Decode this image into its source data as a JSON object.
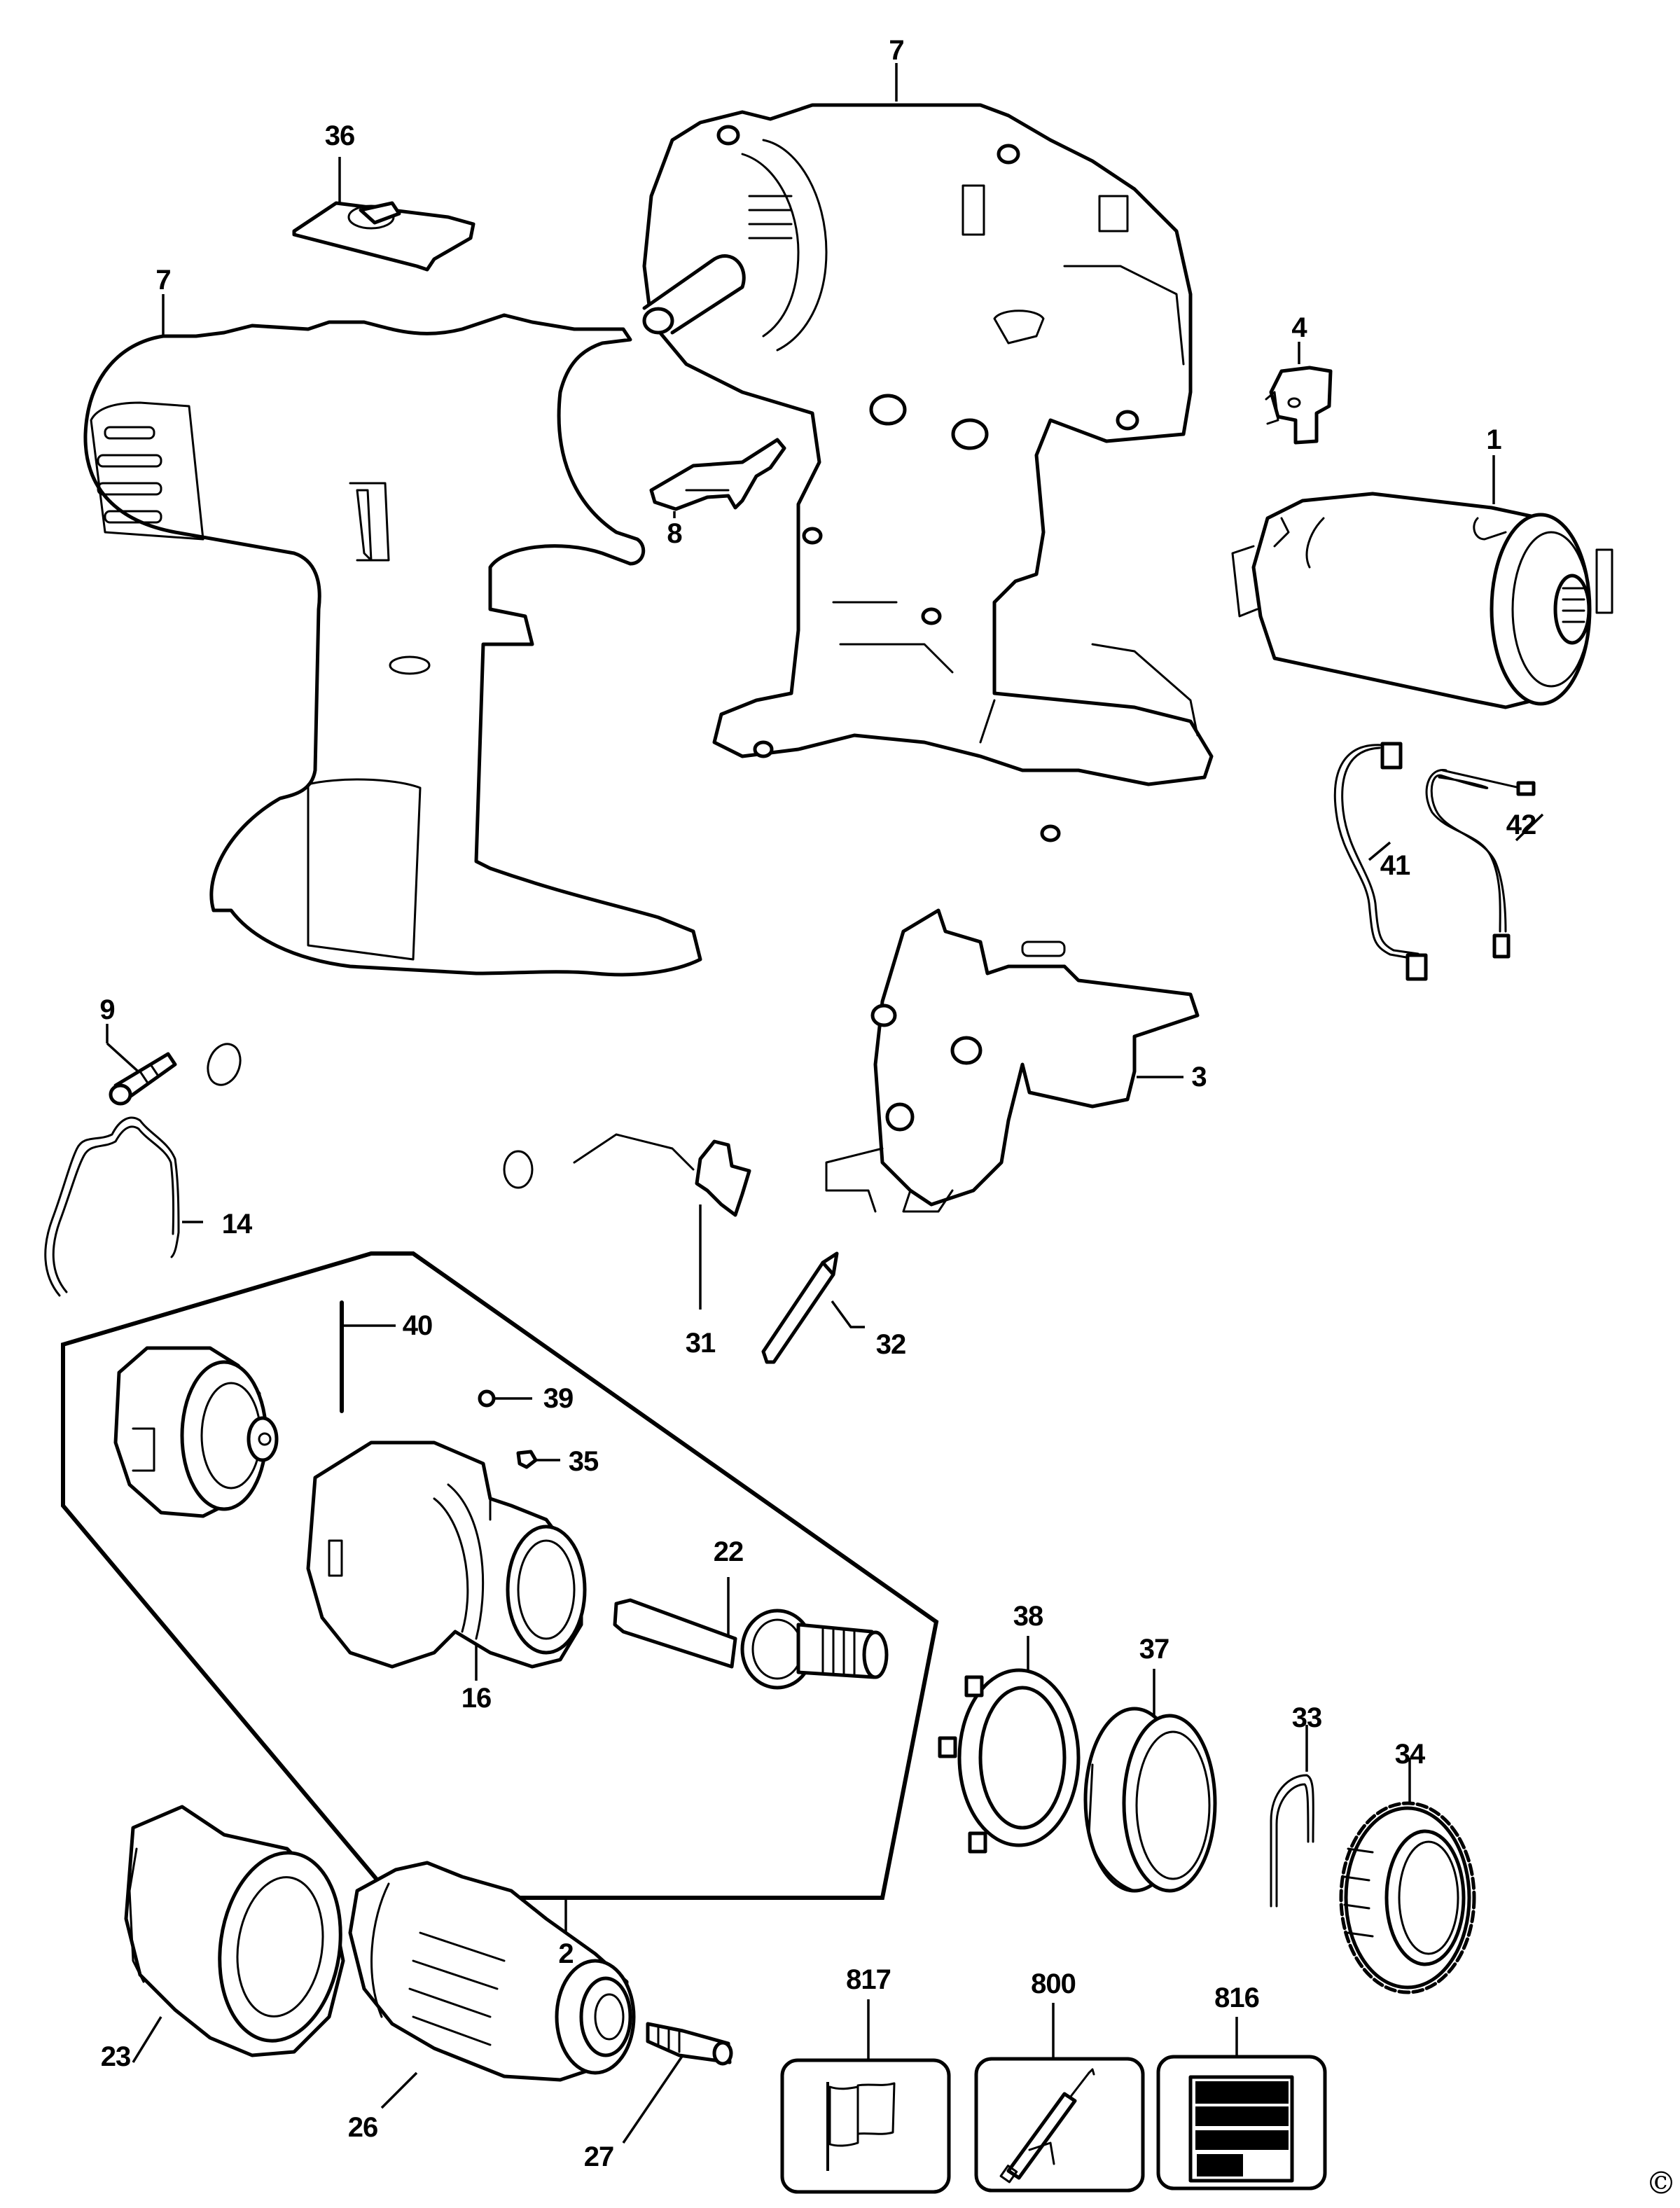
{
  "diagram": {
    "type": "exploded-parts-diagram",
    "subject": "cordless drill/driver",
    "copyright_symbol": "©",
    "group_outline": {
      "label": "2",
      "members": [
        "16",
        "22",
        "35",
        "39",
        "40"
      ]
    }
  },
  "parts": [
    {
      "id": "p1",
      "number": "1",
      "description": "motor"
    },
    {
      "id": "p2",
      "number": "2",
      "description": "gearbox assembly (grouped)"
    },
    {
      "id": "p3",
      "number": "3",
      "description": "switch with trigger"
    },
    {
      "id": "p4",
      "number": "4",
      "description": "connector / terminal block"
    },
    {
      "id": "p7a",
      "number": "7",
      "description": "housing half (left)"
    },
    {
      "id": "p7b",
      "number": "7",
      "description": "housing half (right, inside view)"
    },
    {
      "id": "p8",
      "number": "8",
      "description": "forward/reverse slider"
    },
    {
      "id": "p9",
      "number": "9",
      "description": "screw"
    },
    {
      "id": "p14",
      "number": "14",
      "description": "wire clip / spring"
    },
    {
      "id": "p16",
      "number": "16",
      "description": "gear housing"
    },
    {
      "id": "p22",
      "number": "22",
      "description": "spindle"
    },
    {
      "id": "p23",
      "number": "23",
      "description": "clutch collar"
    },
    {
      "id": "p26",
      "number": "26",
      "description": "keyless chuck"
    },
    {
      "id": "p27",
      "number": "27",
      "description": "chuck screw"
    },
    {
      "id": "p31",
      "number": "31",
      "description": "clip"
    },
    {
      "id": "p32",
      "number": "32",
      "description": "bit"
    },
    {
      "id": "p33",
      "number": "33",
      "description": "wire spring"
    },
    {
      "id": "p34",
      "number": "34",
      "description": "gear ring"
    },
    {
      "id": "p35",
      "number": "35",
      "description": "pin"
    },
    {
      "id": "p36",
      "number": "36",
      "description": "speed selector slide"
    },
    {
      "id": "p37",
      "number": "37",
      "description": "coil spring"
    },
    {
      "id": "p38",
      "number": "38",
      "description": "clutch ring"
    },
    {
      "id": "p39",
      "number": "39",
      "description": "ball"
    },
    {
      "id": "p40",
      "number": "40",
      "description": "pin / rod"
    },
    {
      "id": "p41",
      "number": "41",
      "description": "lead wire"
    },
    {
      "id": "p42",
      "number": "42",
      "description": "lead wire"
    },
    {
      "id": "p800",
      "number": "800",
      "description": "grease (icon: grease gun)"
    },
    {
      "id": "p816",
      "number": "816",
      "description": "label/nameplate (icon: label sheet)"
    },
    {
      "id": "p817",
      "number": "817",
      "description": "flag label (icon: flag)"
    }
  ],
  "labels": {
    "l1": "1",
    "l2": "2",
    "l3": "3",
    "l4": "4",
    "l7a": "7",
    "l7b": "7",
    "l8": "8",
    "l9": "9",
    "l14": "14",
    "l16": "16",
    "l22": "22",
    "l23": "23",
    "l26": "26",
    "l27": "27",
    "l31": "31",
    "l32": "32",
    "l33": "33",
    "l34": "34",
    "l35": "35",
    "l36": "36",
    "l37": "37",
    "l38": "38",
    "l39": "39",
    "l40": "40",
    "l41": "41",
    "l42": "42",
    "l800": "800",
    "l816": "816",
    "l817": "817"
  },
  "icons": {
    "i817": "flag-icon",
    "i800": "grease-gun-icon",
    "i816": "label-sheet-icon"
  }
}
